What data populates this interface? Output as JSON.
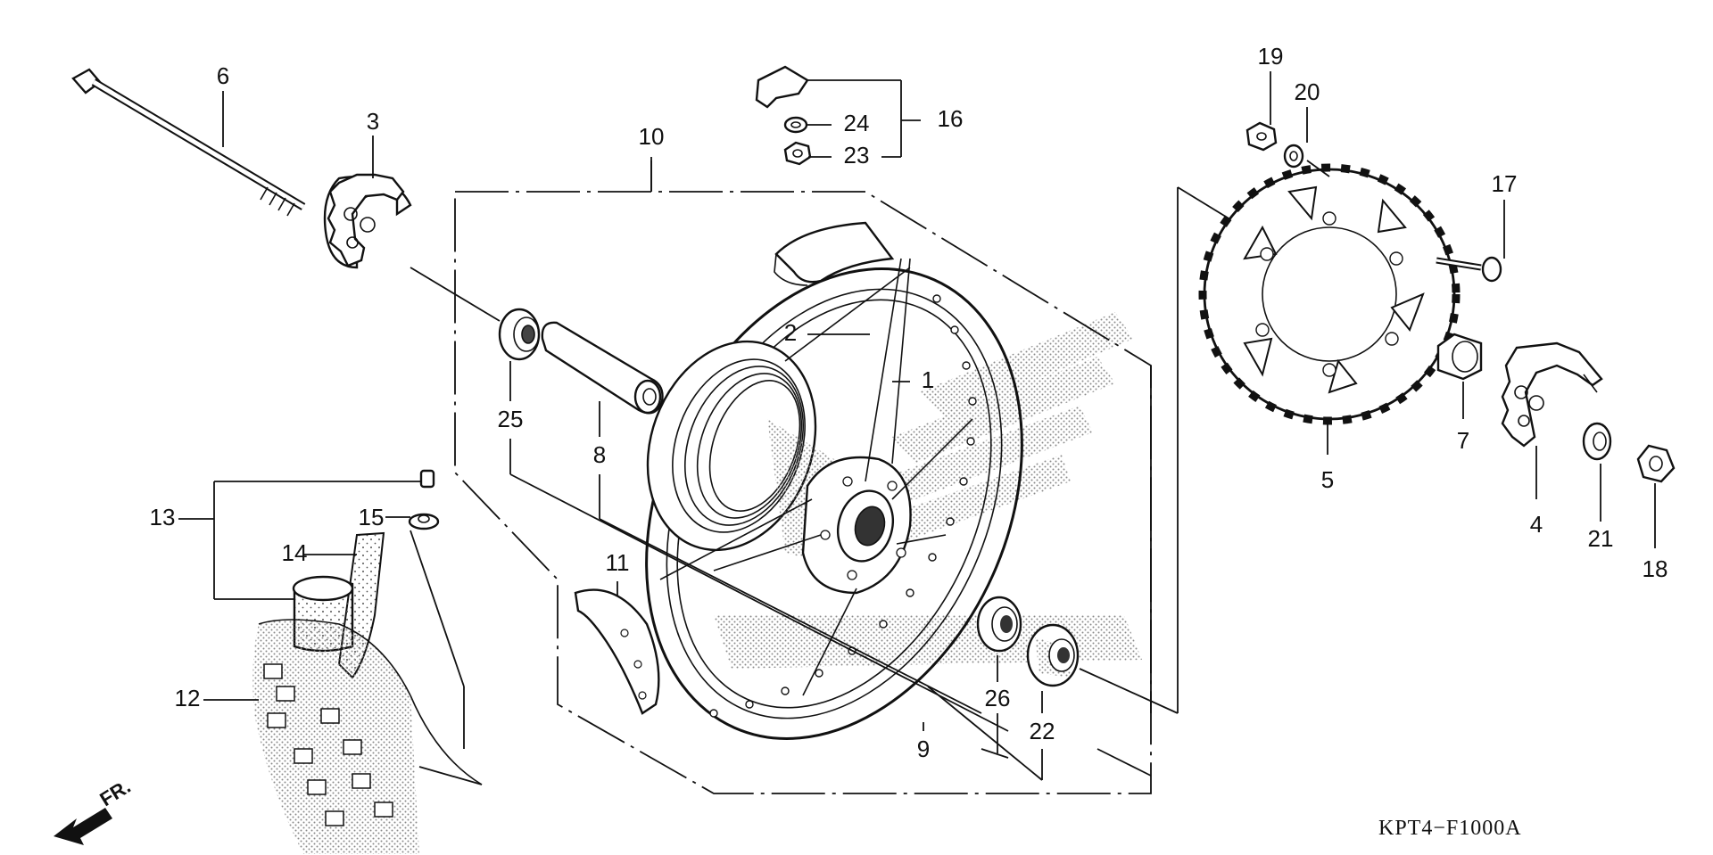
{
  "diagram_code": "KPT4−F1000A",
  "direction_mark": "FR.",
  "callouts": {
    "c1": "1",
    "c2": "2",
    "c3": "3",
    "c4": "4",
    "c5": "5",
    "c6": "6",
    "c7": "7",
    "c8": "8",
    "c9": "9",
    "c10": "10",
    "c11": "11",
    "c12": "12",
    "c13": "13",
    "c14": "14",
    "c15": "15",
    "c16": "16",
    "c17": "17",
    "c18": "18",
    "c19": "19",
    "c20": "20",
    "c21": "21",
    "c22": "22",
    "c23": "23",
    "c24": "24",
    "c25": "25",
    "c26": "26"
  },
  "colors": {
    "ink": "#111111",
    "paper": "#ffffff",
    "stipple": "#8a8a8a"
  }
}
